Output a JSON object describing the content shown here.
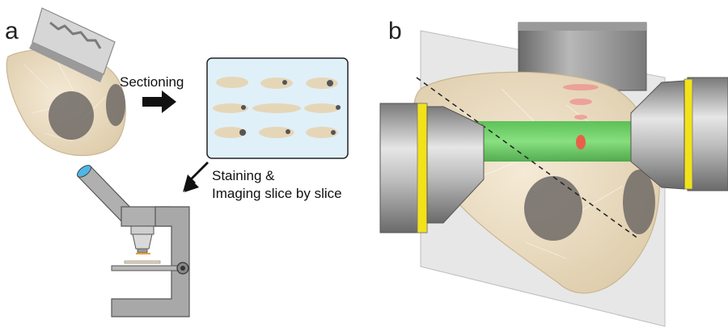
{
  "panels": {
    "a": {
      "label": "a"
    },
    "b": {
      "label": "b"
    }
  },
  "steps": {
    "sectioning": "Sectioning",
    "staining_line1": "Staining &",
    "staining_line2": "Imaging slice by slice"
  },
  "colors": {
    "tissue": "#efe2c8",
    "inclusion": "#6e6a66",
    "slide_bg": "#dff0f8",
    "laser_green": "#35c83a",
    "ring_yellow": "#f2e21a",
    "focus_red": "#e8604a",
    "microscope_gray": "#a8a8a8"
  },
  "icons": [
    "razor-blade-icon",
    "arrow-icon",
    "microscope-icon",
    "objective-lens-icon"
  ]
}
